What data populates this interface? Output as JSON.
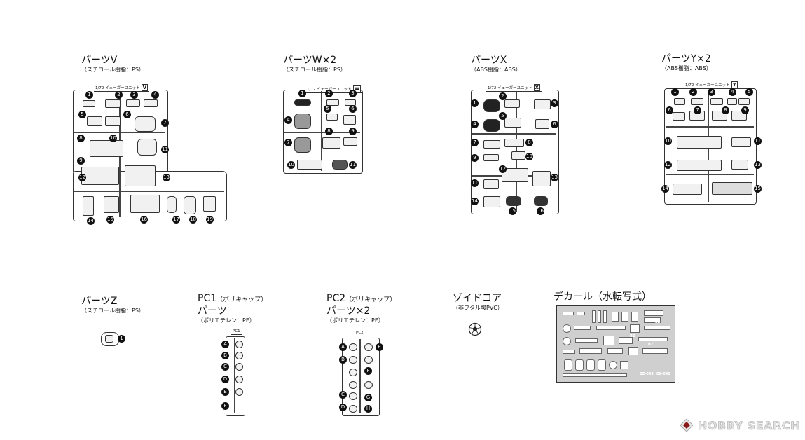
{
  "sprue_v": {
    "title": "パーツV",
    "material": "（スチロール樹脂：PS）",
    "tag": "1/72 イェーガーユニット",
    "letter": "V",
    "numbers": [
      "1",
      "2",
      "3",
      "4",
      "5",
      "6",
      "7",
      "8",
      "9",
      "10",
      "11",
      "12",
      "13",
      "14",
      "15",
      "16",
      "17",
      "18",
      "19"
    ]
  },
  "sprue_w": {
    "title": "パーツW×2",
    "material": "（スチロール樹脂：PS）",
    "tag": "1/72 イェーガーユニット",
    "letter": "W",
    "numbers": [
      "1",
      "2",
      "3",
      "4",
      "5",
      "6",
      "7",
      "8",
      "9",
      "10",
      "11"
    ]
  },
  "sprue_x": {
    "title": "パーツX",
    "material": "（ABS樹脂：ABS）",
    "tag": "1/72 イェーガーユニット",
    "letter": "X",
    "numbers": [
      "1",
      "2",
      "3",
      "4",
      "5",
      "6",
      "7",
      "8",
      "9",
      "10",
      "11",
      "12",
      "13",
      "14",
      "15",
      "16"
    ]
  },
  "sprue_y": {
    "title": "パーツY×2",
    "material": "（ABS樹脂：ABS）",
    "tag": "1/72 イェーガーユニット",
    "letter": "Y",
    "numbers": [
      "1",
      "2",
      "3",
      "4",
      "5",
      "6",
      "7",
      "8",
      "9",
      "10",
      "11",
      "12",
      "13",
      "14",
      "15"
    ]
  },
  "sprue_z": {
    "title": "パーツZ",
    "material": "（スチロール樹脂：PS）",
    "numbers": [
      "1"
    ]
  },
  "pc1": {
    "title_a": "PC1",
    "title_a_note": "（ポリキャップ）",
    "title_b": "パーツ",
    "material": "（ポリエチレン：PE）",
    "tag": "PC1",
    "letters": [
      "A",
      "B",
      "C",
      "D",
      "E",
      "F"
    ]
  },
  "pc2": {
    "title_a": "PC2",
    "title_a_note": "（ポリキャップ）",
    "title_b": "パーツ×2",
    "material": "（ポリエチレン：PE）",
    "tag": "PC2",
    "letters": [
      "A",
      "E",
      "B",
      "F",
      "C",
      "G",
      "D",
      "H"
    ]
  },
  "zoid_core": {
    "title": "ゾイドコア",
    "material": "（非フタル酸PVC）"
  },
  "decal": {
    "title": "デカール（水転写式）",
    "labels": [
      "BZ",
      "BZ",
      "BZ",
      "BZ",
      "BZ-043",
      "BZ-041"
    ]
  },
  "watermark": {
    "text": "HOBBY SEARCH"
  }
}
